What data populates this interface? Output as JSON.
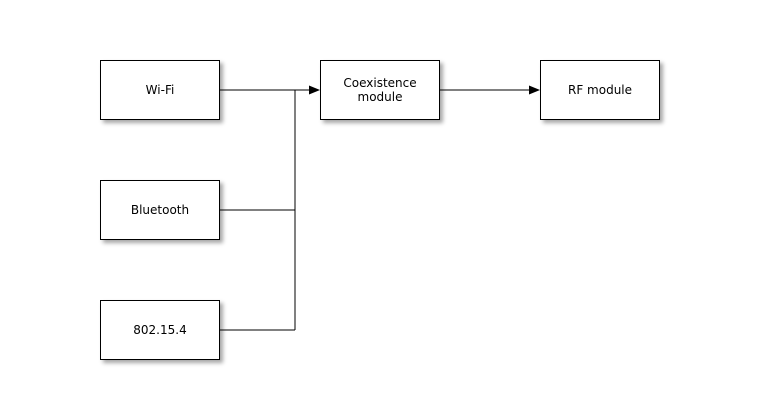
{
  "diagram": {
    "nodes": [
      {
        "id": "wifi",
        "label": "Wi-Fi"
      },
      {
        "id": "coexistence",
        "label": "Coexistence module"
      },
      {
        "id": "rf",
        "label": "RF module"
      },
      {
        "id": "bluetooth",
        "label": "Bluetooth"
      },
      {
        "id": "zigbee",
        "label": "802.15.4"
      }
    ],
    "edges": [
      {
        "from": "wifi",
        "to": "coexistence",
        "arrow": true
      },
      {
        "from": "coexistence",
        "to": "rf",
        "arrow": true
      },
      {
        "from": "bluetooth",
        "to": "coexistence-bus",
        "arrow": false
      },
      {
        "from": "zigbee",
        "to": "coexistence-bus",
        "arrow": false
      }
    ],
    "colors": {
      "background": "#ffffff",
      "node_fill": "#ffffff",
      "node_border": "#000000",
      "connector": "#000000",
      "text": "#000000"
    }
  }
}
